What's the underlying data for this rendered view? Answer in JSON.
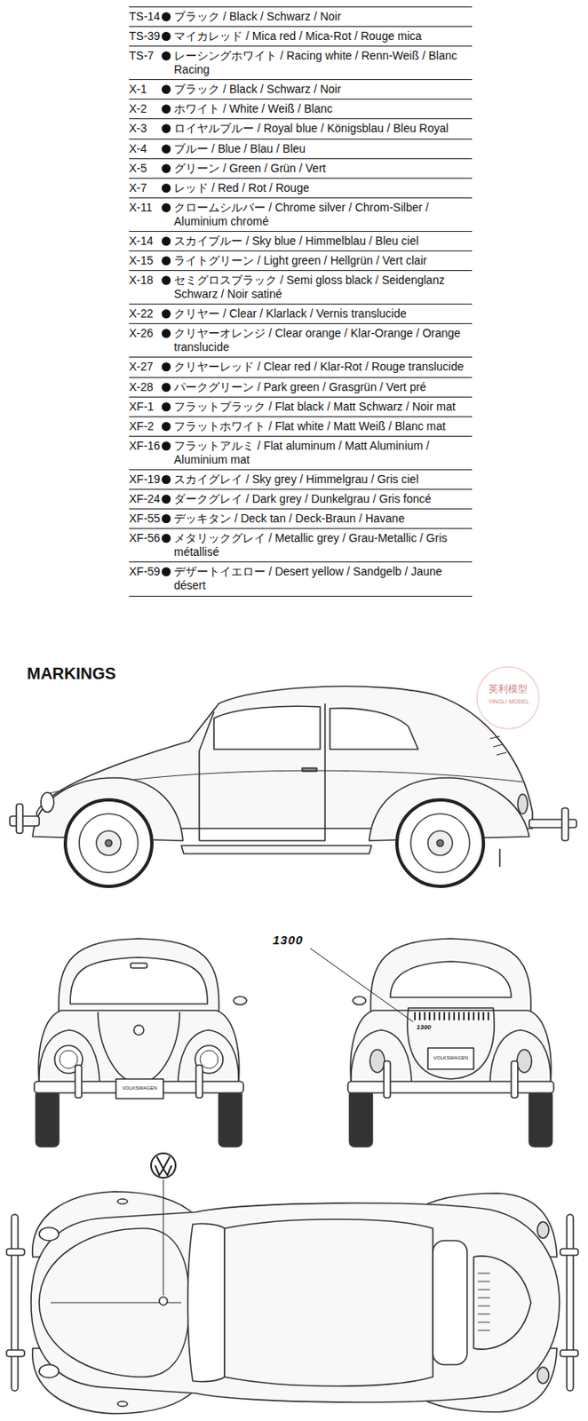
{
  "diagram": {
    "title": "MARKINGS",
    "labels": [
      "TS-14",
      "ブラック / Black / Schwarz / Noir",
      "TS-39",
      "マイカレッド / Mica red / Mica-Rot / Rouge mica",
      "TS-7",
      "レーシングホワイト / Racing white / Renn-Weiß / Blanc Racing",
      "X-1",
      "ブラック / Black / Schwarz / Noir",
      "X-2",
      "ホワイト / White / Weiß / Blanc",
      "X-3",
      "ロイヤルブルー / Royal blue / Königsblau / Bleu Royal",
      "X-4",
      "ブルー / Blue / Blau / Bleu",
      "X-5",
      "グリーン / Green / Grün / Vert",
      "X-7",
      "レッド / Red / Rot / Rouge",
      "X-11",
      "クロームシルバー / Chrome silver / Chrom-Silber / Aluminium chromé",
      "X-14",
      "スカイブルー / Sky blue / Himmelblau / Bleu ciel",
      "X-15",
      "ライトグリーン / Light green / Hellgrün / Vert clair",
      "X-18",
      "セミグロスブラック / Semi gloss black / Seidenglanz Schwarz / Noir satiné",
      "X-22",
      "クリヤー / Clear / Klarlack / Vernis translucide",
      "X-26",
      "クリヤーオレンジ / Clear orange / Klar-Orange / Orange translucide",
      "X-27",
      "クリヤーレッド / Clear red / Klar-Rot / Rouge translucide",
      "X-28",
      "パークグリーン / Park green / Grasgrün / Vert pré",
      "XF-1",
      "フラットブラック / Flat black / Matt Schwarz / Noir mat",
      "XF-2",
      "フラットホワイト / Flat white / Matt Weiß / Blanc mat",
      "XF-16",
      "フラットアルミ / Flat aluminum / Matt Aluminium / Aluminium mat",
      "XF-19",
      "スカイグレイ / Sky grey / Himmelgrau / Gris ciel",
      "XF-24",
      "ダークグレイ / Dark grey / Dunkelgrau / Gris foncé",
      "XF-55",
      "デッキタン / Deck tan / Deck-Braun / Havane",
      "XF-56",
      "メタリックグレイ / Metallic grey / Grau-Metallic / Gris métallisé",
      "XF-59",
      "デザートイエロー / Desert yellow / Sandgelb / Jaune désert",
      "英利模型",
      "YINGLI MODEL",
      "1300",
      "VOLKSWAGEN",
      "VOLKSWAGEN",
      "1300"
    ]
  }
}
